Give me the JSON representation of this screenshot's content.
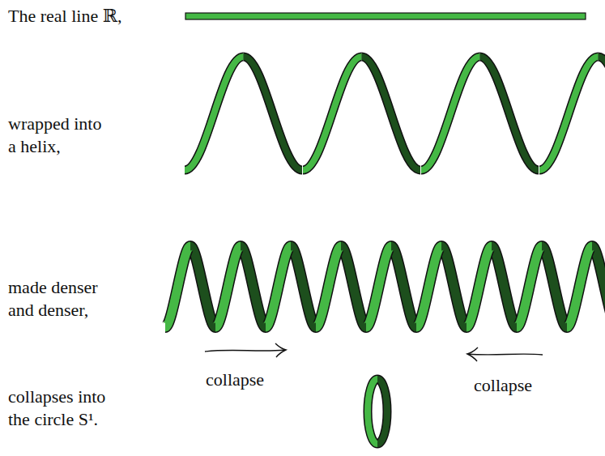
{
  "diagram": {
    "labels": [
      "The real line ℝ,",
      "wrapped into a helix,",
      "made denser and denser,",
      "collapses into the circle S¹.",
      "collapse",
      "collapse"
    ]
  }
}
